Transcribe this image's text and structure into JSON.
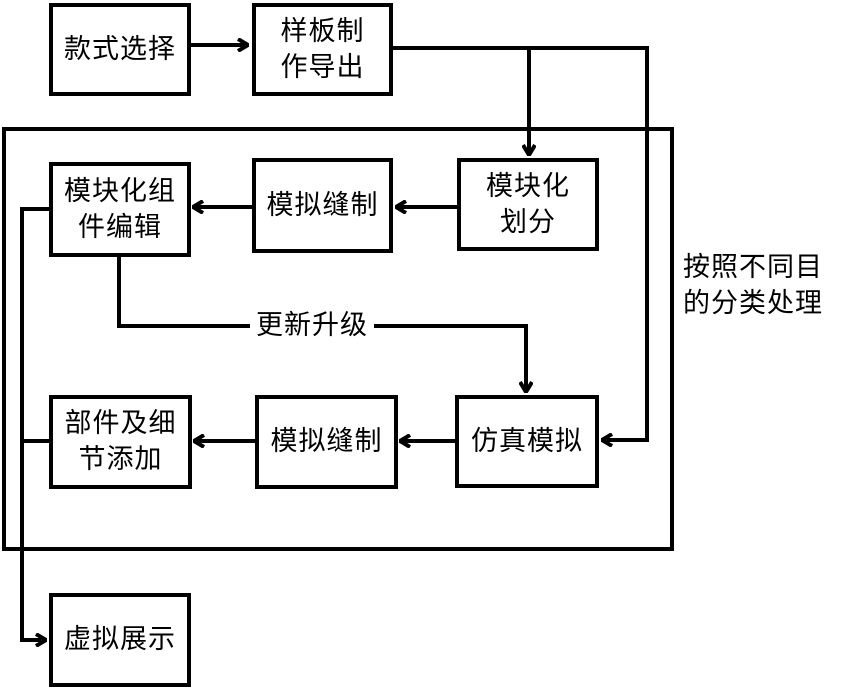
{
  "diagram": {
    "nodes": {
      "style_select": "款式选择",
      "pattern_export": [
        "样板制",
        "作导出"
      ],
      "modular_divide": [
        "模块化",
        "划分"
      ],
      "sim_sewing_top": "模拟缝制",
      "modular_edit": [
        "模块化组",
        "件编辑"
      ],
      "sim_simulation": "仿真模拟",
      "sim_sewing_bottom": "模拟缝制",
      "parts_details": [
        "部件及细",
        "节添加"
      ],
      "virtual_display": "虚拟展示"
    },
    "edge_labels": {
      "update": "更新升级"
    },
    "group_label": [
      "按照不同目",
      "的分类处理"
    ],
    "edges": [
      {
        "from": "style_select",
        "to": "pattern_export"
      },
      {
        "from": "pattern_export",
        "to": "modular_divide"
      },
      {
        "from": "pattern_export",
        "to": "sim_simulation"
      },
      {
        "from": "modular_divide",
        "to": "sim_sewing_top"
      },
      {
        "from": "sim_sewing_top",
        "to": "modular_edit"
      },
      {
        "from": "modular_edit",
        "to": "sim_simulation",
        "label": "更新升级"
      },
      {
        "from": "sim_simulation",
        "to": "sim_sewing_bottom"
      },
      {
        "from": "sim_sewing_bottom",
        "to": "parts_details"
      },
      {
        "from": "modular_edit",
        "to": "virtual_display"
      },
      {
        "from": "parts_details",
        "to": "virtual_display"
      }
    ]
  }
}
